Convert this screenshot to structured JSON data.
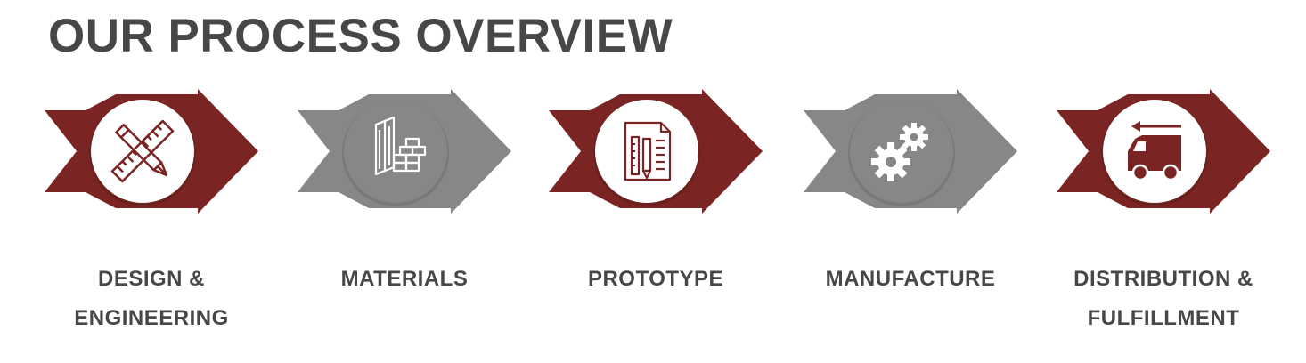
{
  "title": "OUR PROCESS OVERVIEW",
  "colors": {
    "title_text": "#474747",
    "label_text": "#474747",
    "maroon": "#7a2523",
    "gray": "#878787",
    "circle_white": "#ffffff"
  },
  "steps": [
    {
      "id": "design-engineering",
      "label_lines": [
        "DESIGN &",
        "ENGINEERING"
      ],
      "style": "maroon",
      "icon": "ruler-pencil-cross-icon"
    },
    {
      "id": "materials",
      "label_lines": [
        "MATERIALS"
      ],
      "style": "gray",
      "icon": "wood-and-bricks-icon"
    },
    {
      "id": "prototype",
      "label_lines": [
        "PROTOTYPE"
      ],
      "style": "maroon",
      "icon": "blueprint-document-icon"
    },
    {
      "id": "manufacture",
      "label_lines": [
        "MANUFACTURE"
      ],
      "style": "gray",
      "icon": "gears-icon"
    },
    {
      "id": "distribution-fulfillment",
      "label_lines": [
        "DISTRIBUTION &",
        "FULFILLMENT"
      ],
      "style": "maroon",
      "icon": "delivery-van-icon"
    }
  ]
}
